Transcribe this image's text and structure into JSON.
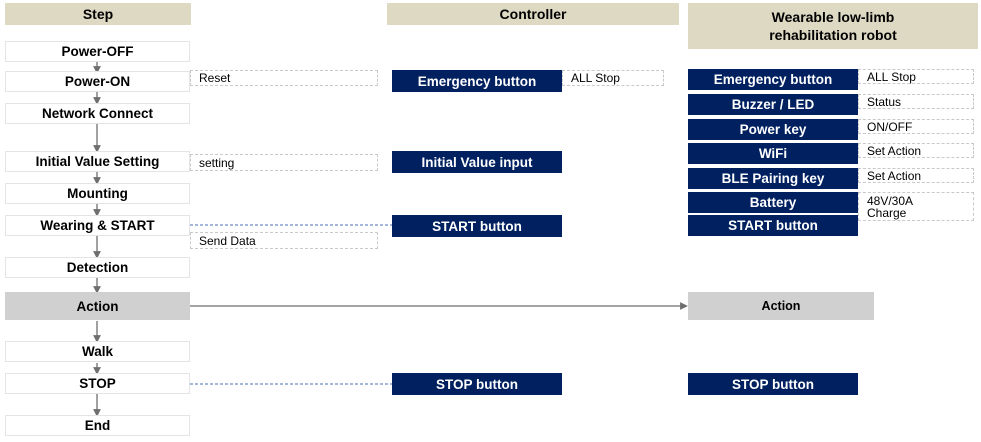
{
  "headers": {
    "step": "Step",
    "controller": "Controller",
    "robot": "Wearable low-limb rehabilitation robot"
  },
  "steps": [
    "Power-OFF",
    "Power-ON",
    "Network  Connect",
    "Initial Value Setting",
    "Mounting",
    "Wearing & START",
    "Detection",
    "Action",
    "Walk",
    "STOP",
    "End"
  ],
  "step_notes": {
    "reset": "Reset",
    "setting": "setting",
    "send_data": "Send Data"
  },
  "controller": {
    "emergency": "Emergency button",
    "emergency_note": "ALL Stop",
    "initial": "Initial Value input",
    "start": "START button",
    "stop": "STOP button"
  },
  "robot": {
    "emergency": "Emergency button",
    "emergency_note": "ALL Stop",
    "buzzer": "Buzzer / LED",
    "buzzer_note": "Status",
    "power": "Power key",
    "power_note": "ON/OFF",
    "wifi": "WiFi",
    "wifi_note": "Set Action",
    "ble": "BLE Pairing key",
    "ble_note": "Set Action",
    "battery": "Battery",
    "battery_note_1": "48V/30A",
    "battery_note_2": "Charge",
    "start": "START button",
    "action": "Action",
    "stop": "STOP button"
  },
  "colors": {
    "header_bg": "#ddd9c3",
    "dark_blue": "#002060",
    "grey": "#d0d0d0"
  }
}
